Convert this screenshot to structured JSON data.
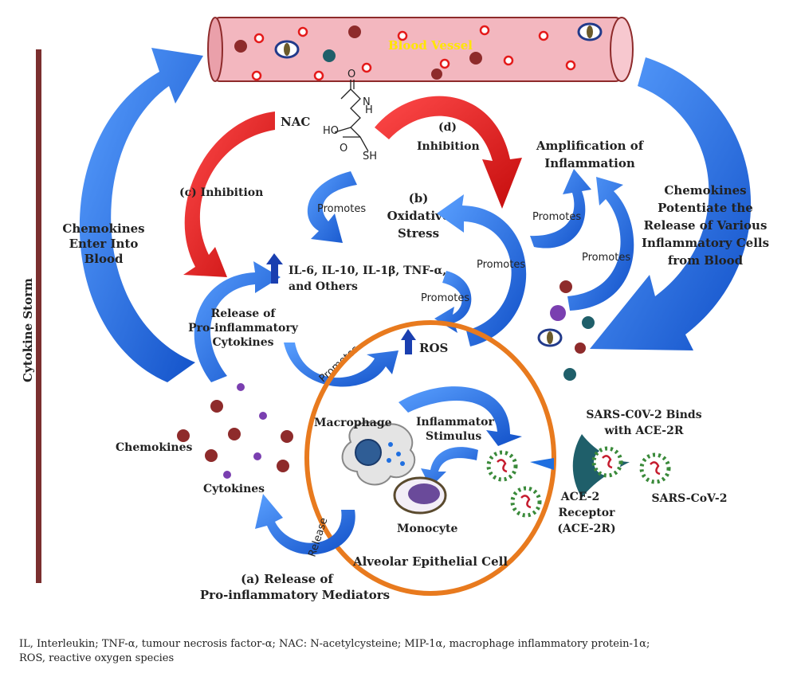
{
  "colors": {
    "blue": "#1f6fe0",
    "red": "#e41a1a",
    "vessel": "#f3b7bf",
    "epithelium": "#e87a1e",
    "storm_bar": "#7b2f2f",
    "chemokine": "#8e2b2b",
    "cytokine": "#7a3fb0"
  },
  "labels": {
    "blood_vessel": "Blood Vessel",
    "nac": "NAC",
    "cytokine_storm": "Cytokine Storm",
    "inhibition_c": "(c) Inhibition",
    "inhibition_d_tag": "(d)",
    "inhibition_d": "Inhibition",
    "oxidative_b_tag": "(b)",
    "oxidative_1": "Oxidative",
    "oxidative_2": "Stress",
    "amplification_1": "Amplification of",
    "amplification_2": "Inflammation",
    "potentiate_1": "Chemokines",
    "potentiate_2": "Potentiate the",
    "potentiate_3": "Release of Various",
    "potentiate_4": "Inflammatory Cells",
    "potentiate_5": "from Blood",
    "enter_1": "Chemokines",
    "enter_2": "Enter Into",
    "enter_3": "Blood",
    "promotes": "Promotes",
    "il_list_1": "IL-6, IL-10, IL-1β, TNF-α,",
    "il_list_2": "and Others",
    "release_cyt_1": "Release of",
    "release_cyt_2": "Pro-inflammatory",
    "release_cyt_3": "Cytokines",
    "ros": "ROS",
    "macrophage": "Macrophage",
    "inflam_stim_1": "Inflammator",
    "inflam_stim_2": "Stimulus",
    "monocyte": "Monocyte",
    "alveolar": "Alveolar Epithelial Cell",
    "release": "Release",
    "chemokines": "Chemokines",
    "cytokines": "Cytokines",
    "binds_1": "SARS-C0V-2 Binds",
    "binds_2": "with ACE-2R",
    "ace_1": "ACE-2",
    "ace_2": "Receptor",
    "ace_3": "(ACE-2R)",
    "sars": "SARS-CoV-2",
    "release_a_1": "(a) Release of",
    "release_a_2": "Pro-inflammatory Mediators",
    "nac_oh": "HO",
    "nac_o": "O",
    "nac_nh": "N",
    "nac_h": "H",
    "nac_sh": "SH"
  },
  "footnote": {
    "line1": "IL, Interleukin; TNF-α, tumour necrosis factor-α; NAC: N-acetylcysteine; MIP-1α, macrophage inflammatory protein-1α;",
    "line2": "ROS, reactive oxygen species"
  }
}
